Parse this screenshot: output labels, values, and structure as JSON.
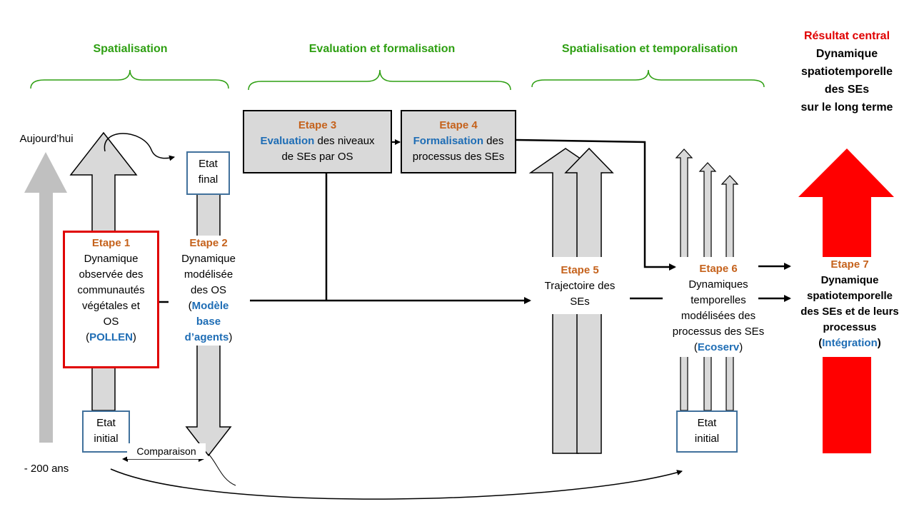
{
  "headers": {
    "spatialisation": "Spatialisation",
    "evaluation": "Evaluation  et formalisation",
    "spatio_temporal": "Spatialisation  et temporalisation"
  },
  "central": {
    "title": "Résultat central",
    "line1": "Dynamique",
    "line2": "spatiotemporelle",
    "line3": "des SEs",
    "line4": "sur le long terme"
  },
  "time_axis": {
    "top": "Aujourd’hui",
    "bottom": "- 200 ans"
  },
  "states": {
    "final_1": "Etat",
    "final_2": "final",
    "initial_1": "Etat",
    "initial_2": "initial"
  },
  "comparison": "Comparaison",
  "step1": {
    "title": "Etape 1",
    "l1": "Dynamique",
    "l2": "observée des",
    "l3": "communautés",
    "l4": "végétales et",
    "l5": "OS",
    "open": "(",
    "tool": "POLLEN",
    "close": ")"
  },
  "step2": {
    "title": "Etape 2",
    "l1": "Dynamique",
    "l2": "modélisée",
    "l3": "des OS",
    "open": "(",
    "tool1": "Modèle",
    "tool2": "base",
    "tool3": "d’agents",
    "close": ")"
  },
  "step3": {
    "title": "Etape 3",
    "key": "Evaluation",
    "rest": " des niveaux",
    "l2": "de SEs par OS"
  },
  "step4": {
    "title": "Etape 4",
    "key": "Formalisation",
    "rest": " des",
    "l2": "processus des SEs"
  },
  "step5": {
    "title": "Etape 5",
    "l1": "Trajectoire des",
    "l2": "SEs"
  },
  "step6": {
    "title": "Etape 6",
    "l1": "Dynamiques",
    "l2": "temporelles",
    "l3": "modélisées des",
    "l4": "processus des SEs",
    "open": "(",
    "tool": "Ecoserv",
    "close": ")"
  },
  "step7": {
    "title": "Etape 7",
    "l1": "Dynamique",
    "l2": "spatiotemporelle",
    "l3": "des SEs et de leurs",
    "l4": "processus",
    "open": "(",
    "tool": "Intégration",
    "close": ")"
  },
  "colors": {
    "green": "#2e9f12",
    "orange": "#c5621c",
    "blue": "#1e6db5",
    "red": "#e00000",
    "grey_fill": "#d9d9d9",
    "box_border": "#41719c"
  }
}
